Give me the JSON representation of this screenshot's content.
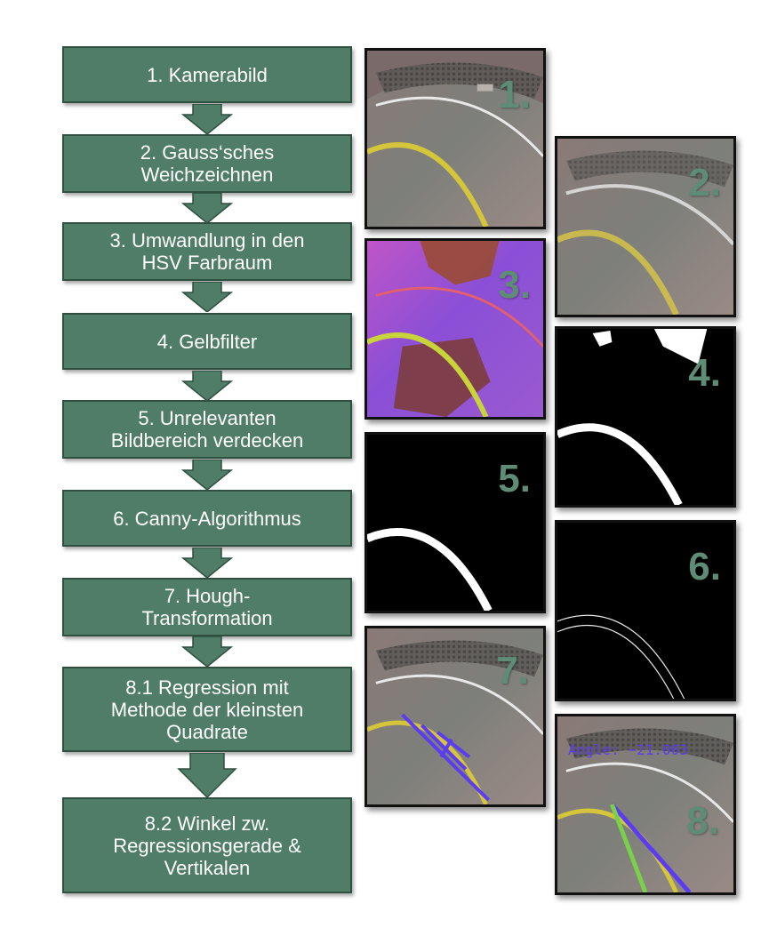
{
  "colors": {
    "box_fill": "#4f7d67",
    "box_border": "#2f4f40",
    "label_green": "#5e8c76",
    "yellow_line": "#d4c53a",
    "purple_line": "#5b3cf0",
    "green_line": "#7bd04a"
  },
  "steps": [
    {
      "label": "1. Kamerabild"
    },
    {
      "label": "2. Gauss‘sches\nWeichzeichnen"
    },
    {
      "label": "3. Umwandlung in den\nHSV Farbraum"
    },
    {
      "label": "4. Gelbfilter"
    },
    {
      "label": "5. Unrelevanten\nBildbereich verdecken"
    },
    {
      "label": "6. Canny-Algorithmus"
    },
    {
      "label": "7. Hough-\nTransformation"
    },
    {
      "label": "8.1 Regression mit\nMethode der kleinsten\nQuadrate"
    },
    {
      "label": "8.2 Winkel zw.\nRegressionsgerade &\nVertikalen"
    }
  ],
  "panels": [
    {
      "number": "1.",
      "kind": "camera"
    },
    {
      "number": "2.",
      "kind": "blurred"
    },
    {
      "number": "3.",
      "kind": "hsv"
    },
    {
      "number": "4.",
      "kind": "yellow-filter"
    },
    {
      "number": "5.",
      "kind": "masked"
    },
    {
      "number": "6.",
      "kind": "canny"
    },
    {
      "number": "7.",
      "kind": "hough"
    },
    {
      "number": "8.",
      "kind": "regression",
      "overlay_text": "Angle: −21.003"
    }
  ]
}
